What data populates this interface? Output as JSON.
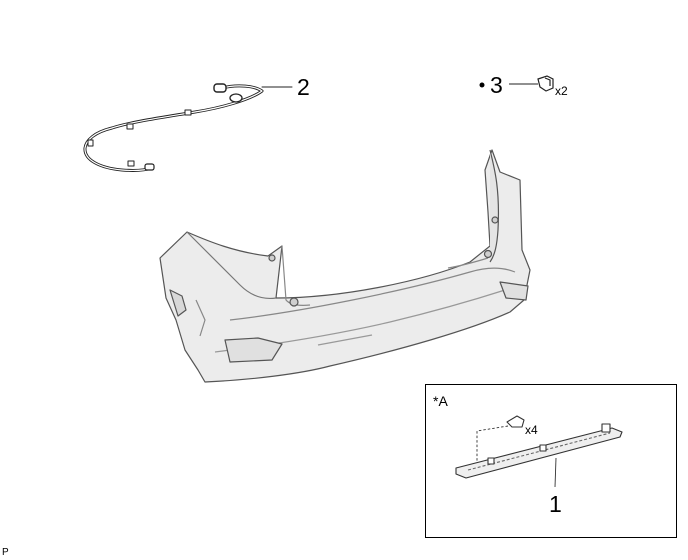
{
  "parts": [
    {
      "callout": "2"
    },
    {
      "callout": "3",
      "marker": "•",
      "quantity": "x2"
    },
    {
      "callout": "1",
      "quantity": "x4"
    }
  ],
  "inset_label": "*A",
  "corner_code": "P"
}
